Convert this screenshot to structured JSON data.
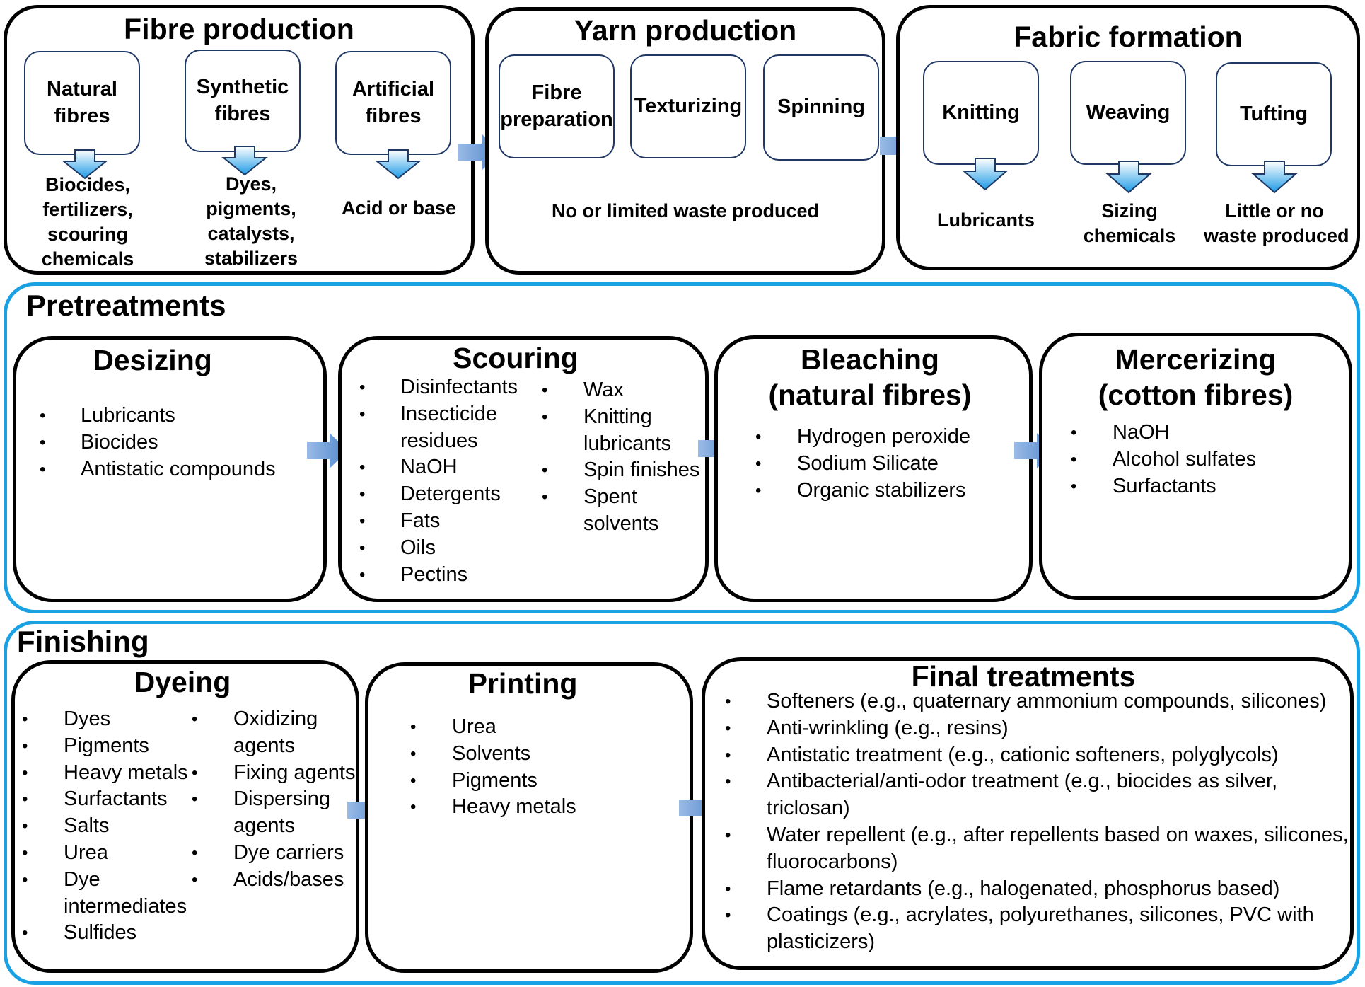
{
  "production": {
    "fibre": {
      "title": "Fibre production",
      "items": [
        {
          "line1": "Natural",
          "line2": "fibres",
          "notes": [
            "Biocides,",
            "fertilizers,",
            "scouring",
            "chemicals"
          ]
        },
        {
          "line1": "Synthetic",
          "line2": "fibres",
          "notes": [
            "Dyes,",
            "pigments,",
            "catalysts,",
            "stabilizers"
          ]
        },
        {
          "line1": "Artificial",
          "line2": "fibres",
          "notes": [
            "Acid or base"
          ]
        }
      ]
    },
    "yarn": {
      "title": "Yarn production",
      "items": [
        {
          "line1": "Fibre",
          "line2": "preparation"
        },
        {
          "line1": "Texturizing"
        },
        {
          "line1": "Spinning"
        }
      ],
      "note": "No or limited waste produced"
    },
    "fabric": {
      "title": "Fabric formation",
      "items": [
        {
          "line1": "Knitting",
          "notes": [
            "Lubricants"
          ]
        },
        {
          "line1": "Weaving",
          "notes": [
            "Sizing",
            "chemicals"
          ]
        },
        {
          "line1": "Tufting",
          "notes": [
            "Little or no",
            "waste produced"
          ]
        }
      ]
    }
  },
  "pretreatments": {
    "title": "Pretreatments",
    "desizing": {
      "title": "Desizing",
      "items": [
        "Lubricants",
        "Biocides",
        "Antistatic compounds"
      ]
    },
    "scouring": {
      "title": "Scouring",
      "col1": [
        "Disinfectants",
        "Insecticide",
        "residues",
        "NaOH",
        "Detergents",
        "Fats",
        "Oils",
        "Pectins"
      ],
      "col2": [
        "Wax",
        "Knitting",
        "lubricants",
        "Spin finishes",
        "Spent",
        "solvents"
      ]
    },
    "bleaching": {
      "title1": "Bleaching",
      "title2": "(natural fibres)",
      "items": [
        "Hydrogen peroxide",
        "Sodium Silicate",
        "Organic stabilizers"
      ]
    },
    "mercerizing": {
      "title1": "Mercerizing",
      "title2": "(cotton fibres)",
      "items": [
        "NaOH",
        "Alcohol sulfates",
        "Surfactants"
      ]
    }
  },
  "finishing": {
    "title": "Finishing",
    "dyeing": {
      "title": "Dyeing",
      "col1": [
        "Dyes",
        "Pigments",
        "Heavy metals",
        "Surfactants",
        "Salts",
        "Urea",
        "Dye",
        "intermediates",
        "Sulfides"
      ],
      "col2": [
        "Oxidizing",
        "agents",
        "Fixing agents",
        "Dispersing",
        "agents",
        "Dye carriers",
        "Acids/bases"
      ]
    },
    "printing": {
      "title": "Printing",
      "items": [
        "Urea",
        "Solvents",
        "Pigments",
        "Heavy metals"
      ]
    },
    "final": {
      "title": "Final treatments",
      "items": [
        "Softeners (e.g., quaternary ammonium compounds, silicones)",
        "Anti-wrinkling (e.g., resins)",
        "Antistatic treatment (e.g., cationic softeners, polyglycols)",
        "Antibacterial/anti-odor treatment (e.g., biocides as silver,",
        "triclosan)",
        "Water repellent (e.g., after repellents based on waxes, silicones,",
        "fluorocarbons)",
        "Flame retardants (e.g., halogenated, phosphorus based)",
        "Coatings (e.g., acrylates, polyurethanes, silicones, PVC with",
        "plasticizers)"
      ]
    }
  },
  "colors": {
    "section_border": "#1aa1e3",
    "sub_box_border": "#1f3864",
    "flow_arrow": "#5b8ed0",
    "down_arrow_top": "#ffffff",
    "down_arrow_bottom": "#1e9be6"
  }
}
